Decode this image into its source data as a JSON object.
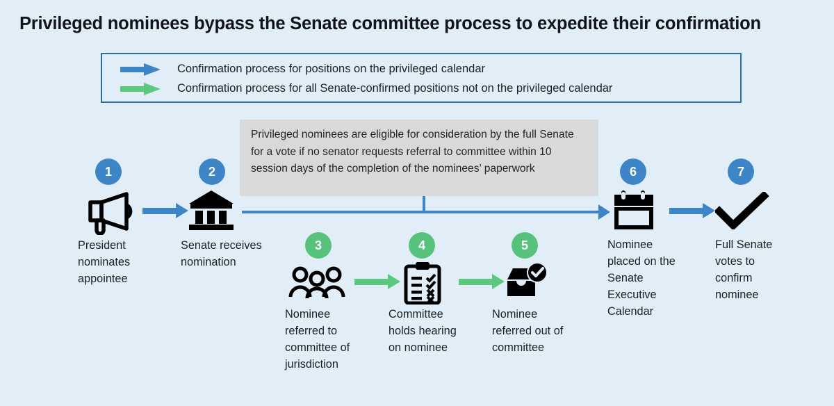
{
  "title": "Privileged nominees bypass the Senate committee process to expedite their confirmation",
  "colors": {
    "background": "#e2eef7",
    "blue": "#3d85c6",
    "green": "#56c27b",
    "legend_border": "#2e6da4",
    "callout_bg": "#d9d9d9",
    "icon": "#000000",
    "text": "#1b1f23"
  },
  "legend": {
    "items": [
      {
        "color": "#3d85c6",
        "icon": "blue-arrow-icon",
        "label": "Confirmation process for positions on the privileged calendar"
      },
      {
        "color": "#56c27b",
        "icon": "green-arrow-icon",
        "label": "Confirmation process for all Senate-confirmed positions not on the privileged calendar"
      }
    ]
  },
  "callout": {
    "text": "Privileged nominees are eligible for consideration by the full Senate for a vote if no senator requests referral to committee within 10 session days of the completion of the nominees’ paperwork"
  },
  "steps": [
    {
      "number": "1",
      "badge_color": "blue",
      "icon": "megaphone-icon",
      "label": "President nominates appointee"
    },
    {
      "number": "2",
      "badge_color": "blue",
      "icon": "capitol-building-icon",
      "label": "Senate receives nomination"
    },
    {
      "number": "3",
      "badge_color": "green",
      "icon": "group-of-people-icon",
      "label": "Nominee referred to committee of jurisdiction"
    },
    {
      "number": "4",
      "badge_color": "green",
      "icon": "clipboard-checklist-icon",
      "label": "Committee holds hearing on nominee"
    },
    {
      "number": "5",
      "badge_color": "green",
      "icon": "inbox-check-icon",
      "label": "Nominee referred out of committee"
    },
    {
      "number": "6",
      "badge_color": "blue",
      "icon": "calendar-icon",
      "label": "Nominee placed on the Senate Executive Calendar"
    },
    {
      "number": "7",
      "badge_color": "blue",
      "icon": "checkmark-icon",
      "label": "Full Senate votes to confirm nominee"
    }
  ],
  "connectors": [
    {
      "name": "connector-1-to-2",
      "color": "blue"
    },
    {
      "name": "connector-3-to-4",
      "color": "green"
    },
    {
      "name": "connector-4-to-5",
      "color": "green"
    },
    {
      "name": "connector-6-to-7",
      "color": "blue"
    },
    {
      "name": "privileged-path-spine",
      "color": "blue"
    }
  ]
}
